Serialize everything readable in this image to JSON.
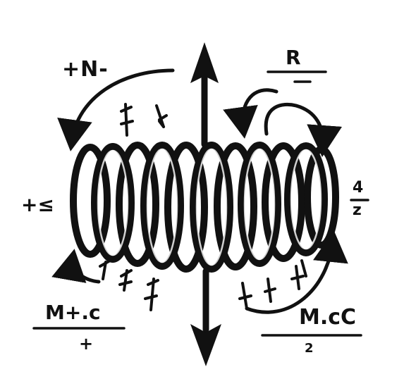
{
  "labels": {
    "top_left": "+N-",
    "top_right": "R",
    "left": "+≤",
    "right_numerator": "4",
    "right_denominator": "z",
    "bottom_left_numerator": "M+.c",
    "bottom_left_denominator": "+",
    "bottom_right_numerator": "M.cC",
    "bottom_right_denominator": "2"
  },
  "colors": {
    "ink": "#111111",
    "background": "#ffffff"
  },
  "icons": [
    "coil-spring",
    "arrow-up",
    "arrow-down",
    "curved-arrow"
  ]
}
